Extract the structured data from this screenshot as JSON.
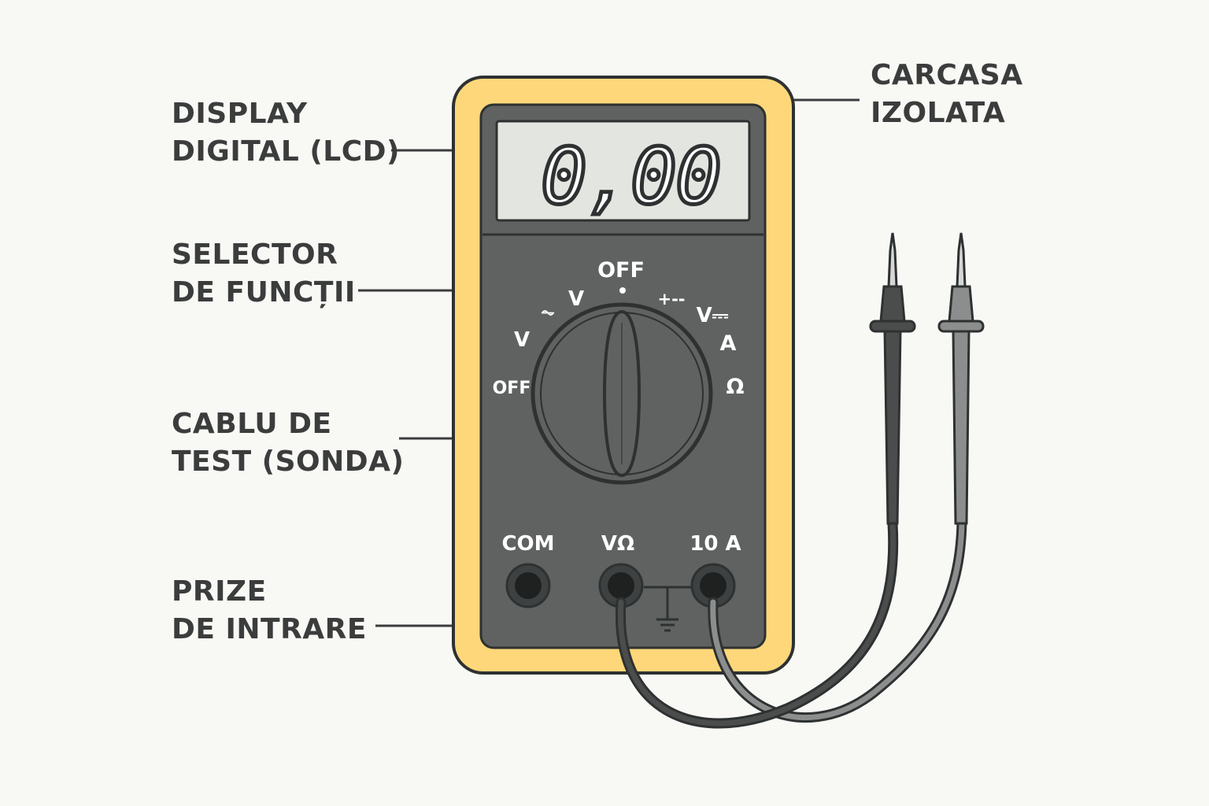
{
  "labels": {
    "display": {
      "line1": "DISPLAY",
      "line2": "DIGITAL (LCD)"
    },
    "selector": {
      "line1": "SELECTOR",
      "line2": "DE FUNCȚII"
    },
    "cable": {
      "line1": "CABLU DE",
      "line2": "TEST (SONDA)"
    },
    "jacks": {
      "line1": "PRIZE",
      "line2": "DE INTRARE"
    },
    "housing": {
      "line1": "CARCASA",
      "line2": "IZOLATA"
    }
  },
  "lcd": {
    "reading": "0,00"
  },
  "dial": {
    "off_top": "OFF",
    "off_left": "OFF",
    "v_left": "V",
    "v_ac_symbol": "⏦",
    "v_upper": "V",
    "diode_symbol": "+‑‑",
    "v_dc": "V⎓",
    "a": "A",
    "ohm": "Ω"
  },
  "jacks": {
    "com": "COM",
    "v_ohm": "VΩ",
    "amp10": "10 A"
  },
  "colors": {
    "background": "#f8f8f5",
    "housing_yellow": "#fdd77a",
    "body_gray": "#5f6261",
    "outline": "#2e3131",
    "lcd_screen": "#e3e6e0",
    "probe_dark": "#4a4d4c",
    "probe_light": "#8b8e8d",
    "text": "#3b3d3d",
    "dial_text": "#ffffff"
  },
  "icons": {
    "ground": "ground-symbol-icon"
  }
}
